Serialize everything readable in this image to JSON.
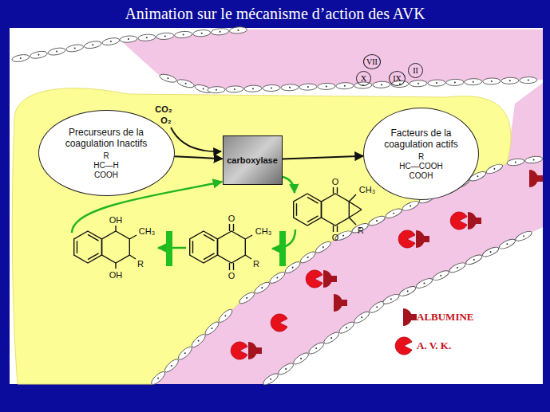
{
  "diagram": {
    "title": "Animation sur le mécanisme d’action des AVK",
    "nodes": [
      {
        "text": [
          "Precurseurs de la coagulation Inactifs",
          "R",
          "HC—H",
          "COOH"
        ]
      },
      {
        "text": [
          "carboxylase"
        ]
      },
      {
        "text": [
          "Facteurs de la coagulation actifs",
          "R",
          "HC—COOH",
          "COOH"
        ]
      },
      {
        "text": [
          "VII"
        ]
      },
      {
        "text": [
          "X"
        ]
      },
      {
        "text": [
          "IX"
        ]
      },
      {
        "text": [
          "II"
        ]
      }
    ],
    "edges": [
      {
        "from": 0,
        "to": 1,
        "arrow": "to"
      },
      {
        "from": 1,
        "to": 2,
        "arrow": "to"
      }
    ],
    "labels": [
      "CO₂",
      "O₂",
      "OH",
      "CH₃",
      "R",
      "OH",
      "O",
      "CH₃",
      "R",
      "O",
      "O",
      "CH₃",
      "R",
      "O"
    ],
    "legend": [
      {
        "text": "ALBUMINE"
      },
      {
        "text": "A. V. K."
      }
    ]
  }
}
